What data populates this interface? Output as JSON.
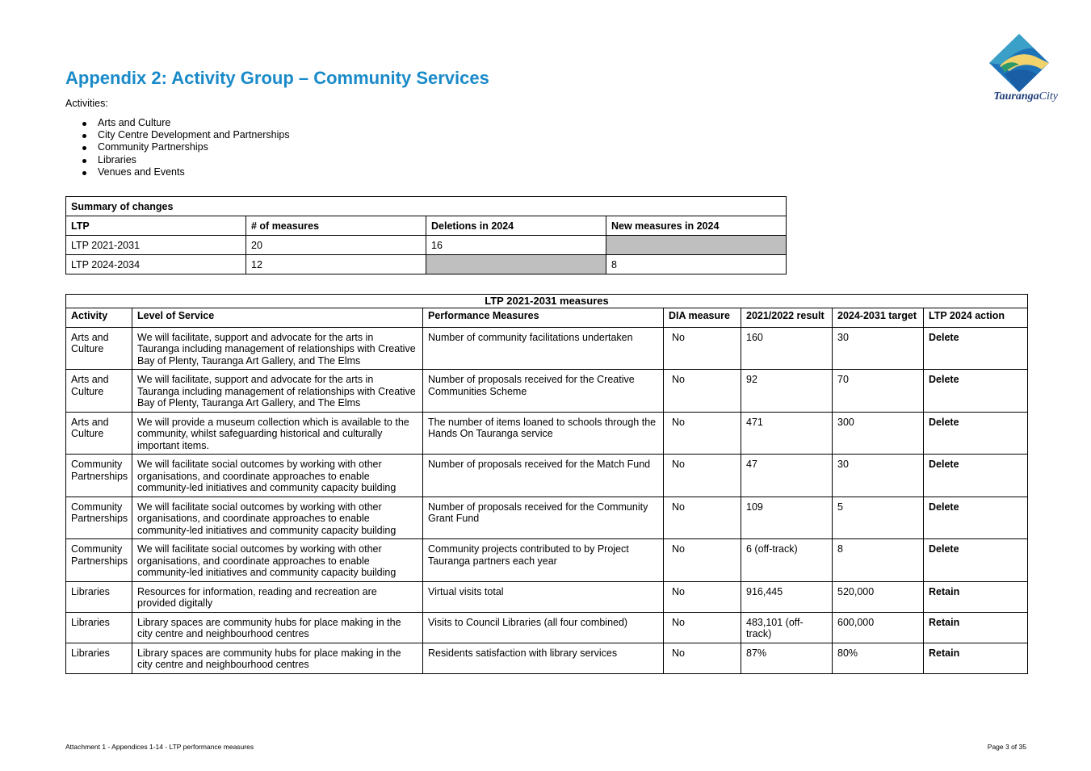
{
  "title": "Appendix 2: Activity Group – Community Services",
  "activities_label": "Activities:",
  "activities": [
    "Arts and Culture",
    "City Centre Development and Partnerships",
    "Community Partnerships",
    "Libraries",
    "Venues and Events"
  ],
  "logo": {
    "name_bold": "Tauranga",
    "name_light": "City"
  },
  "summary": {
    "heading": "Summary of changes",
    "columns": [
      "LTP",
      "# of measures",
      "Deletions in 2024",
      "New measures in 2024"
    ],
    "rows": [
      [
        "LTP 2021-2031",
        "20",
        "16",
        ""
      ],
      [
        "LTP 2024-2034",
        "12",
        "",
        "8"
      ]
    ]
  },
  "measures": {
    "heading": "LTP 2021-2031 measures",
    "columns": [
      "Activity",
      "Level of Service",
      "Performance Measures",
      "DIA measure",
      "2021/2022 result",
      "2024-2031 target",
      "LTP 2024 action"
    ],
    "rows": [
      [
        "Arts and Culture",
        "We will facilitate, support and advocate for the arts in Tauranga including management of relationships with Creative Bay of Plenty, Tauranga Art Gallery, and The Elms",
        "Number of community facilitations undertaken",
        "No",
        "160",
        "30",
        "Delete"
      ],
      [
        "Arts and Culture",
        "We will facilitate, support and advocate for the arts in Tauranga including management of relationships with Creative Bay of Plenty, Tauranga Art Gallery, and The Elms",
        "Number of proposals received for the Creative Communities Scheme",
        "No",
        "92",
        "70",
        "Delete"
      ],
      [
        "Arts and Culture",
        "We will provide a museum collection which is available to the community, whilst safeguarding historical and culturally important items.",
        "The number of items loaned to schools through the Hands On Tauranga service",
        "No",
        "471",
        "300",
        "Delete"
      ],
      [
        "Community Partnerships",
        "We will facilitate social outcomes by working with other organisations, and coordinate approaches to enable community-led initiatives and community capacity building",
        "Number of proposals received for the Match Fund",
        "No",
        "47",
        "30",
        "Delete"
      ],
      [
        "Community Partnerships",
        "We will facilitate social outcomes by working with other organisations, and coordinate approaches to enable community-led initiatives and community capacity building",
        "Number of proposals received for the Community Grant Fund",
        "No",
        "109",
        "5",
        "Delete"
      ],
      [
        "Community Partnerships",
        "We will facilitate social outcomes by working with other organisations, and coordinate approaches to enable community-led initiatives and community capacity building",
        "Community projects contributed to by Project Tauranga partners each year",
        "No",
        "6 (off-track)",
        "8",
        "Delete"
      ],
      [
        "Libraries",
        "Resources for information, reading and recreation are provided digitally",
        "Virtual visits total",
        "No",
        "916,445",
        "520,000",
        "Retain"
      ],
      [
        "Libraries",
        "Library spaces are community hubs for place making in the city centre and neighbourhood centres",
        "Visits to Council Libraries (all four combined)",
        "No",
        "483,101 (off-track)",
        "600,000",
        "Retain"
      ],
      [
        "Libraries",
        "Library spaces are community hubs for place making in the city centre and neighbourhood centres",
        "Residents satisfaction with library services",
        "No",
        "87%",
        "80%",
        "Retain"
      ]
    ]
  },
  "footer": {
    "left": "Attachment 1 -  Appendices 1-14 - LTP performance measures",
    "right": "Page 3 of 35"
  }
}
